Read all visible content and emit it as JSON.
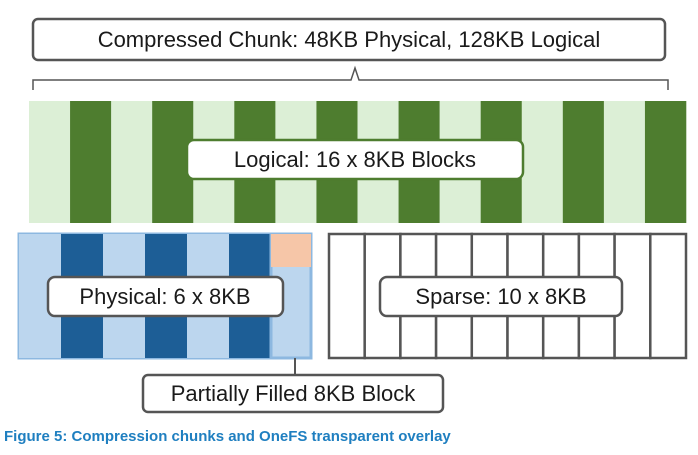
{
  "title_box": "Compressed Chunk: 48KB Physical, 128KB Logical",
  "logical": {
    "label": "Logical: 16 x 8KB Blocks",
    "blocks": 16
  },
  "physical": {
    "label": "Physical: 6 x 8KB",
    "full_blocks": 6,
    "partial_blocks": 1
  },
  "sparse": {
    "label": "Sparse: 10 x 8KB",
    "blocks": 10
  },
  "partial_label": "Partially Filled 8KB Block",
  "caption": "Figure 5: Compression chunks and OneFS transparent overlay",
  "colors": {
    "logical_light": "#dcefd6",
    "logical_dark": "#4e7d2f",
    "physical_light": "#bcd6ee",
    "physical_dark": "#1d5e96",
    "physical_border": "#8db8e0",
    "partial_fill": "#f6c6a8",
    "outline": "#555555"
  }
}
